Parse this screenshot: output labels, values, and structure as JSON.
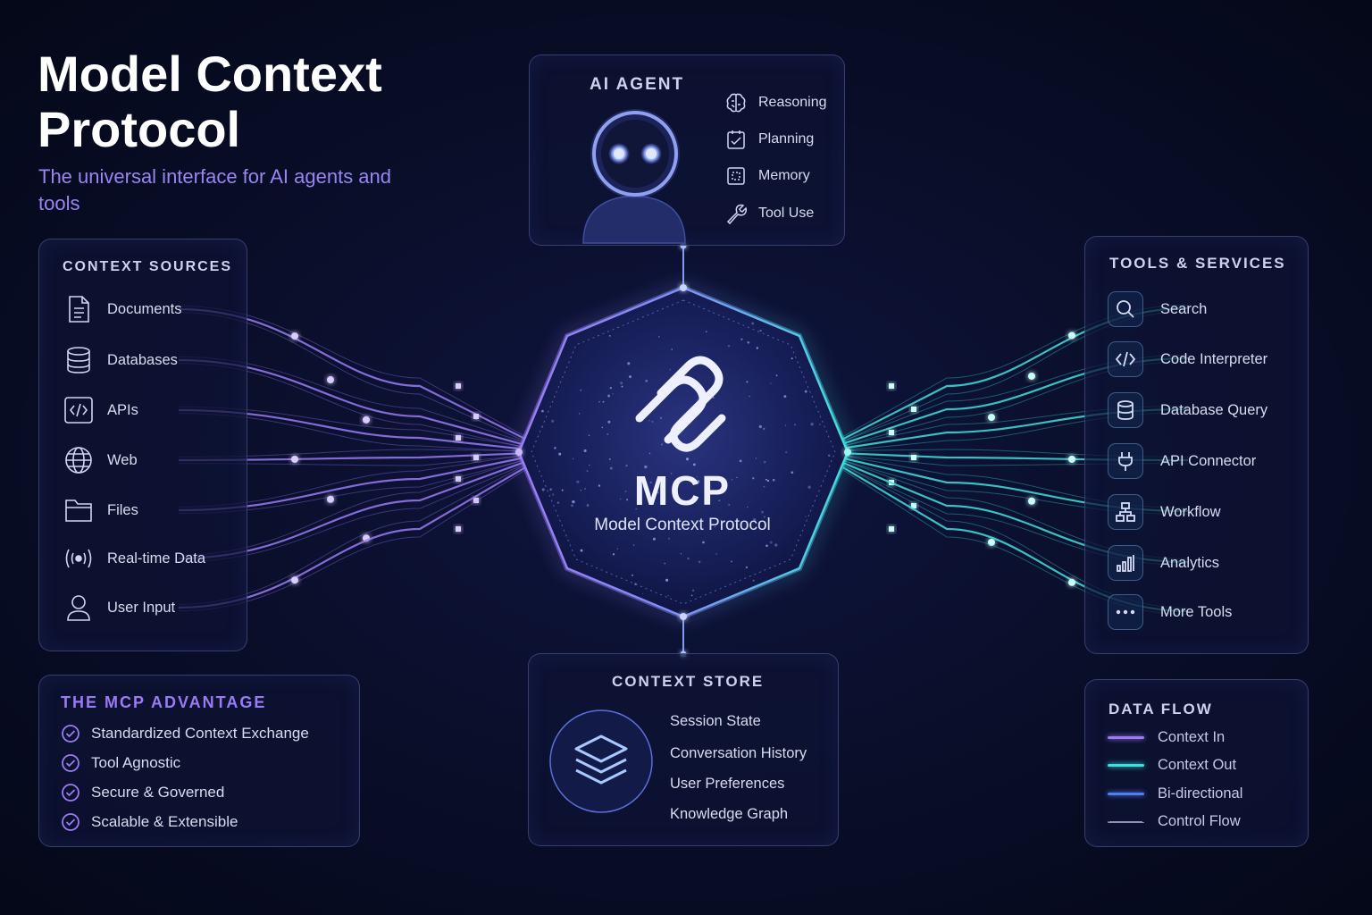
{
  "header": {
    "title": "Model Context Protocol",
    "subtitle": "The universal interface for AI agents and tools"
  },
  "agent": {
    "heading": "AI AGENT",
    "capabilities": [
      {
        "label": "Reasoning",
        "icon": "brain-icon"
      },
      {
        "label": "Planning",
        "icon": "checklist-icon"
      },
      {
        "label": "Memory",
        "icon": "memory-chip-icon"
      },
      {
        "label": "Tool Use",
        "icon": "wrench-icon"
      }
    ]
  },
  "sources": {
    "heading": "CONTEXT SOURCES",
    "items": [
      {
        "label": "Documents",
        "icon": "document-icon"
      },
      {
        "label": "Databases",
        "icon": "database-icon"
      },
      {
        "label": "APIs",
        "icon": "code-icon"
      },
      {
        "label": "Web",
        "icon": "globe-icon"
      },
      {
        "label": "Files",
        "icon": "folder-icon"
      },
      {
        "label": "Real-time Data",
        "icon": "broadcast-icon"
      },
      {
        "label": "User Input",
        "icon": "user-icon"
      }
    ]
  },
  "tools": {
    "heading": "TOOLS & SERVICES",
    "items": [
      {
        "label": "Search",
        "icon": "search-icon"
      },
      {
        "label": "Code Interpreter",
        "icon": "code-icon"
      },
      {
        "label": "Database Query",
        "icon": "database-icon"
      },
      {
        "label": "API Connector",
        "icon": "plug-icon"
      },
      {
        "label": "Workflow",
        "icon": "workflow-icon"
      },
      {
        "label": "Analytics",
        "icon": "bar-chart-icon"
      },
      {
        "label": "More Tools",
        "icon": "more-icon"
      }
    ]
  },
  "hub": {
    "name": "MCP",
    "full_name": "Model Context Protocol",
    "icon": "mcp-logo-icon"
  },
  "advantage": {
    "heading": "THE MCP ADVANTAGE",
    "items": [
      "Standardized Context Exchange",
      "Tool Agnostic",
      "Secure & Governed",
      "Scalable & Extensible"
    ]
  },
  "store": {
    "heading": "CONTEXT STORE",
    "icon": "layers-icon",
    "items": [
      "Session State",
      "Conversation History",
      "User Preferences",
      "Knowledge Graph"
    ]
  },
  "data_flow": {
    "heading": "DATA FLOW",
    "items": [
      {
        "label": "Context In",
        "color": "#9b7bf5",
        "style": "solid"
      },
      {
        "label": "Context Out",
        "color": "#3fe0dc",
        "style": "solid"
      },
      {
        "label": "Bi-directional",
        "color": "#4f7ff0",
        "style": "solid"
      },
      {
        "label": "Control Flow",
        "color": "#8a93b8",
        "style": "dashed"
      }
    ]
  },
  "colors": {
    "accent_purple": "#9b7bf5",
    "accent_cyan": "#3fe0dc",
    "background": "#0a0f2c"
  }
}
